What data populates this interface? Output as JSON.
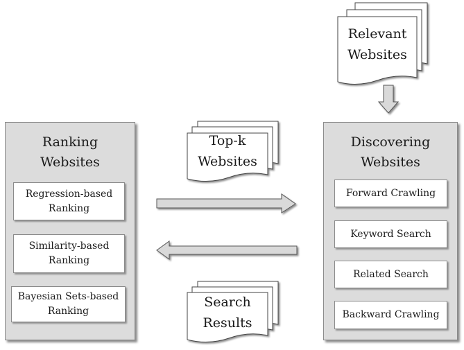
{
  "relevant_doc": {
    "label": "Relevant\nWebsites"
  },
  "topk_doc": {
    "label": "Top-k\nWebsites"
  },
  "search_doc": {
    "label": "Search\nResults"
  },
  "ranking_panel": {
    "title": "Ranking\nWebsites",
    "items": [
      "Regression-based\nRanking",
      "Similarity-based\nRanking",
      "Bayesian Sets-based\nRanking"
    ]
  },
  "discovering_panel": {
    "title": "Discovering\nWebsites",
    "items": [
      "Forward Crawling",
      "Keyword Search",
      "Related Search",
      "Backward Crawling"
    ]
  },
  "colors": {
    "panel_fill": "#dcdcdc",
    "box_fill": "#ffffff",
    "stroke": "#8a8a8a",
    "arrow_fill": "#d9d9d9"
  }
}
